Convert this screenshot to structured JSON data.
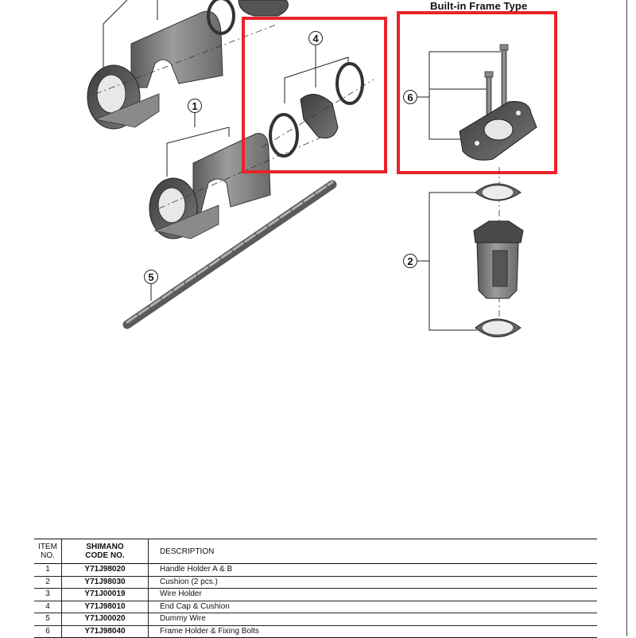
{
  "diagram": {
    "frame_type_title": "Built-in Frame Type",
    "callouts": [
      "1",
      "2",
      "4",
      "5",
      "6"
    ],
    "highlight_color": "#e8232a"
  },
  "table": {
    "headers": {
      "item_line1": "ITEM",
      "item_line2": "NO.",
      "code_line1": "SHIMANO",
      "code_line2": "CODE NO.",
      "description": "DESCRIPTION"
    },
    "rows": [
      {
        "item": "1",
        "code": "Y71J98020",
        "description": "Handle Holder A & B"
      },
      {
        "item": "2",
        "code": "Y71J98030",
        "description": "Cushion (2 pcs.)"
      },
      {
        "item": "3",
        "code": "Y71J00019",
        "description": "Wire Holder"
      },
      {
        "item": "4",
        "code": "Y71J98010",
        "description": "End Cap & Cushion"
      },
      {
        "item": "5",
        "code": "Y71J00020",
        "description": "Dummy Wire"
      },
      {
        "item": "6",
        "code": "Y71J98040",
        "description": "Frame Holder & Fixing Bolts"
      }
    ]
  }
}
